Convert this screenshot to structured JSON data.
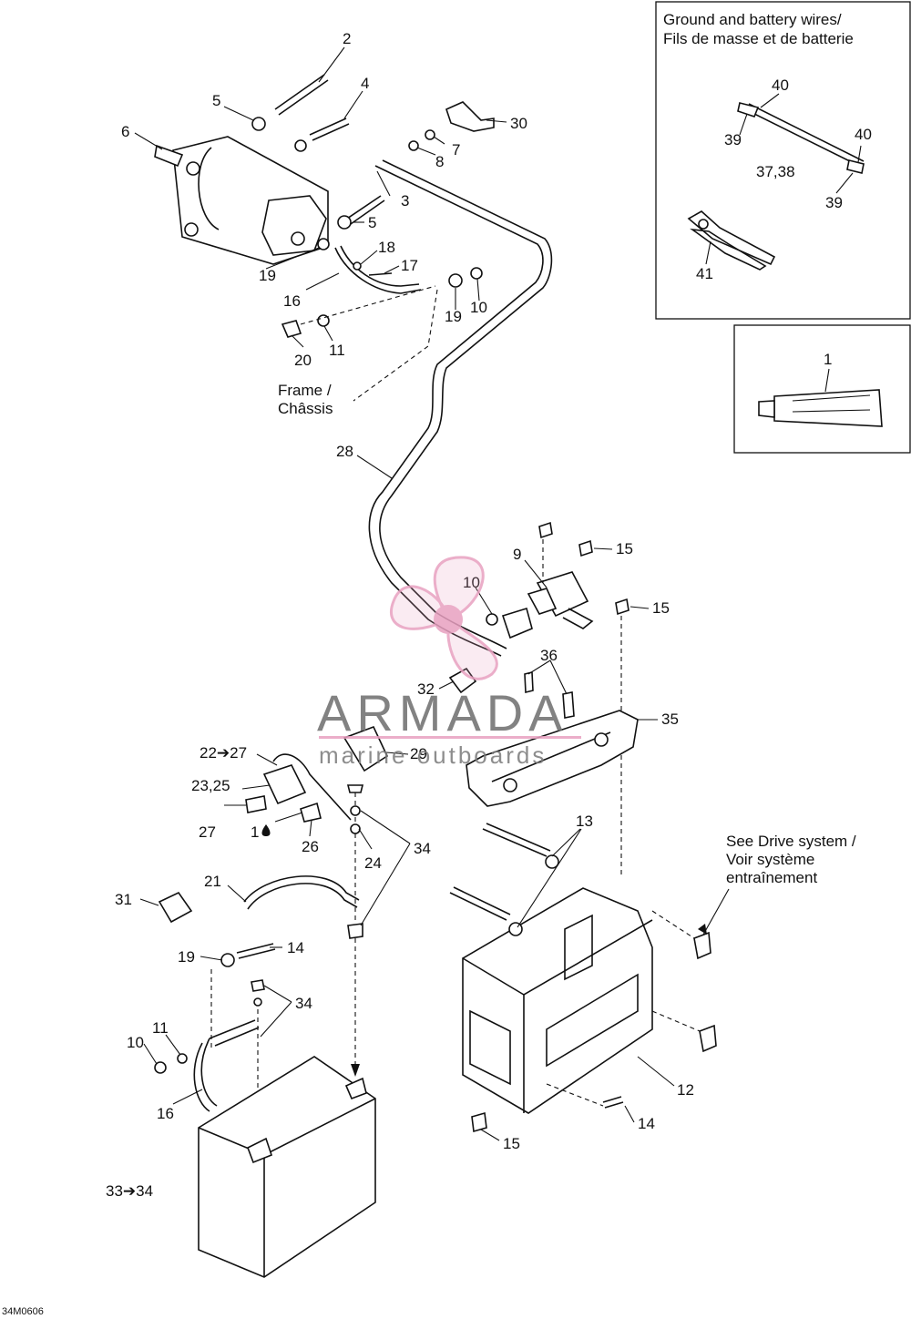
{
  "inset_ground": {
    "title_line1": "Ground and battery wires/",
    "title_line2": "Fils de masse et de batterie",
    "callouts": [
      "40",
      "39",
      "40",
      "37,38",
      "39",
      "41"
    ]
  },
  "inset_lubricant": {
    "callout": "1"
  },
  "notes": {
    "frame_line1": "Frame /",
    "frame_line2": "Châssis",
    "drive_line1": "See Drive system /",
    "drive_line2": "Voir système",
    "drive_line3": "entraînement"
  },
  "callouts": [
    "2",
    "4",
    "5",
    "6",
    "30",
    "7",
    "8",
    "3",
    "5",
    "18",
    "17",
    "19",
    "16",
    "19",
    "10",
    "20",
    "11",
    "28",
    "15",
    "9",
    "10",
    "15",
    "36",
    "32",
    "35",
    "22➔27",
    "29",
    "23,25",
    "27",
    "1",
    "26",
    "24",
    "34",
    "13",
    "21",
    "31",
    "14",
    "19",
    "34",
    "11",
    "10",
    "16",
    "12",
    "14",
    "15",
    "33➔34"
  ],
  "watermark": {
    "name": "ARMADA",
    "sub": "marine outboards",
    "color": "#e8a0c0"
  },
  "figure_code": "34M0606"
}
